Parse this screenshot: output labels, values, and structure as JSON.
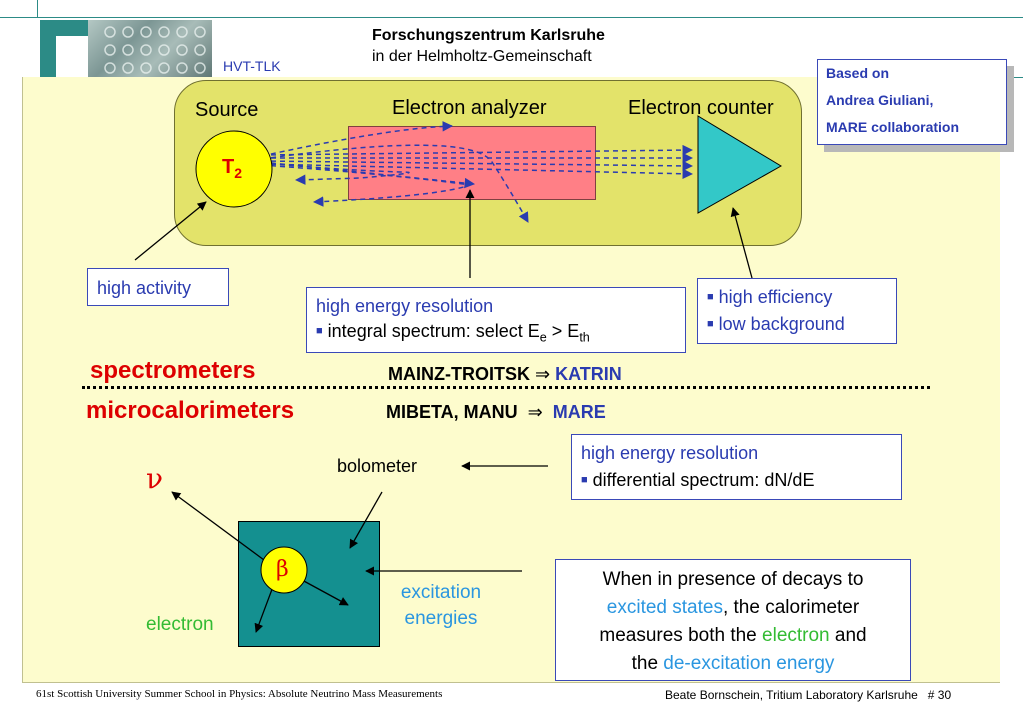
{
  "header": {
    "org_line1": "Forschungszentrum Karlsruhe",
    "org_line2": "in  der  Helmholtz-Gemeinschaft",
    "logo_label": "HVT-TLK"
  },
  "based_on": {
    "line1": "Based on",
    "line2": "Andrea Giuliani,",
    "line3": "MARE collaboration"
  },
  "spectrometer_diagram": {
    "source_label": "Source",
    "analyzer_label": "Electron analyzer",
    "counter_label": "Electron counter",
    "source_symbol": "T",
    "source_subscript": "2"
  },
  "callouts": {
    "high_activity": "high activity",
    "resolution_title": "high energy resolution",
    "resolution_bullet_pre": "integral spectrum: select E",
    "resolution_sub_e": "e",
    "resolution_gt": " > E",
    "resolution_sub_th": "th",
    "efficiency_1": "high efficiency",
    "efficiency_2": "low background"
  },
  "sections": {
    "spectrometers": "spectrometers",
    "spectrometers_exp": "MAINZ-TROITSK",
    "spectrometers_target": "KATRIN",
    "microcalorimeters": "microcalorimeters",
    "microcalorimeters_exp": "MIBETA, MANU",
    "microcalorimeters_target": "MARE",
    "implies_symbol": "⇒"
  },
  "calorimeter": {
    "resolution_title": "high energy resolution",
    "resolution_bullet": "differential spectrum: dN/dE",
    "bolometer": "bolometer",
    "nu_symbol": "ν",
    "beta_symbol": "β",
    "electron": "electron",
    "excitation_1": "excitation",
    "excitation_2": "energies"
  },
  "note": {
    "line1": "When in presence of decays to",
    "line2_hl": "excited states",
    "line2_rest": ", the calorimeter",
    "line3_pre": "measures both the ",
    "line3_hl": "electron",
    "line3_post": " and",
    "line4_pre": "the ",
    "line4_hl": "de-excitation energy"
  },
  "footer": {
    "left": "61st Scottish University Summer School in Physics: Absolute Neutrino Mass Measurements",
    "right": "Beate Bornschein, Tritium Laboratory Karlsruhe   # 30"
  },
  "colors": {
    "panel_bg": "#fdfccd",
    "olive_box": "#e3e36a",
    "analyzer": "#ff7f86",
    "counter": "#33c8c8",
    "source_fill": "#ffff00",
    "absorber": "#149090",
    "red": "#dd0000",
    "blue": "#2a3bb0",
    "green": "#33bb33",
    "light_blue": "#2a96e0",
    "header_line": "#2c8b86"
  }
}
